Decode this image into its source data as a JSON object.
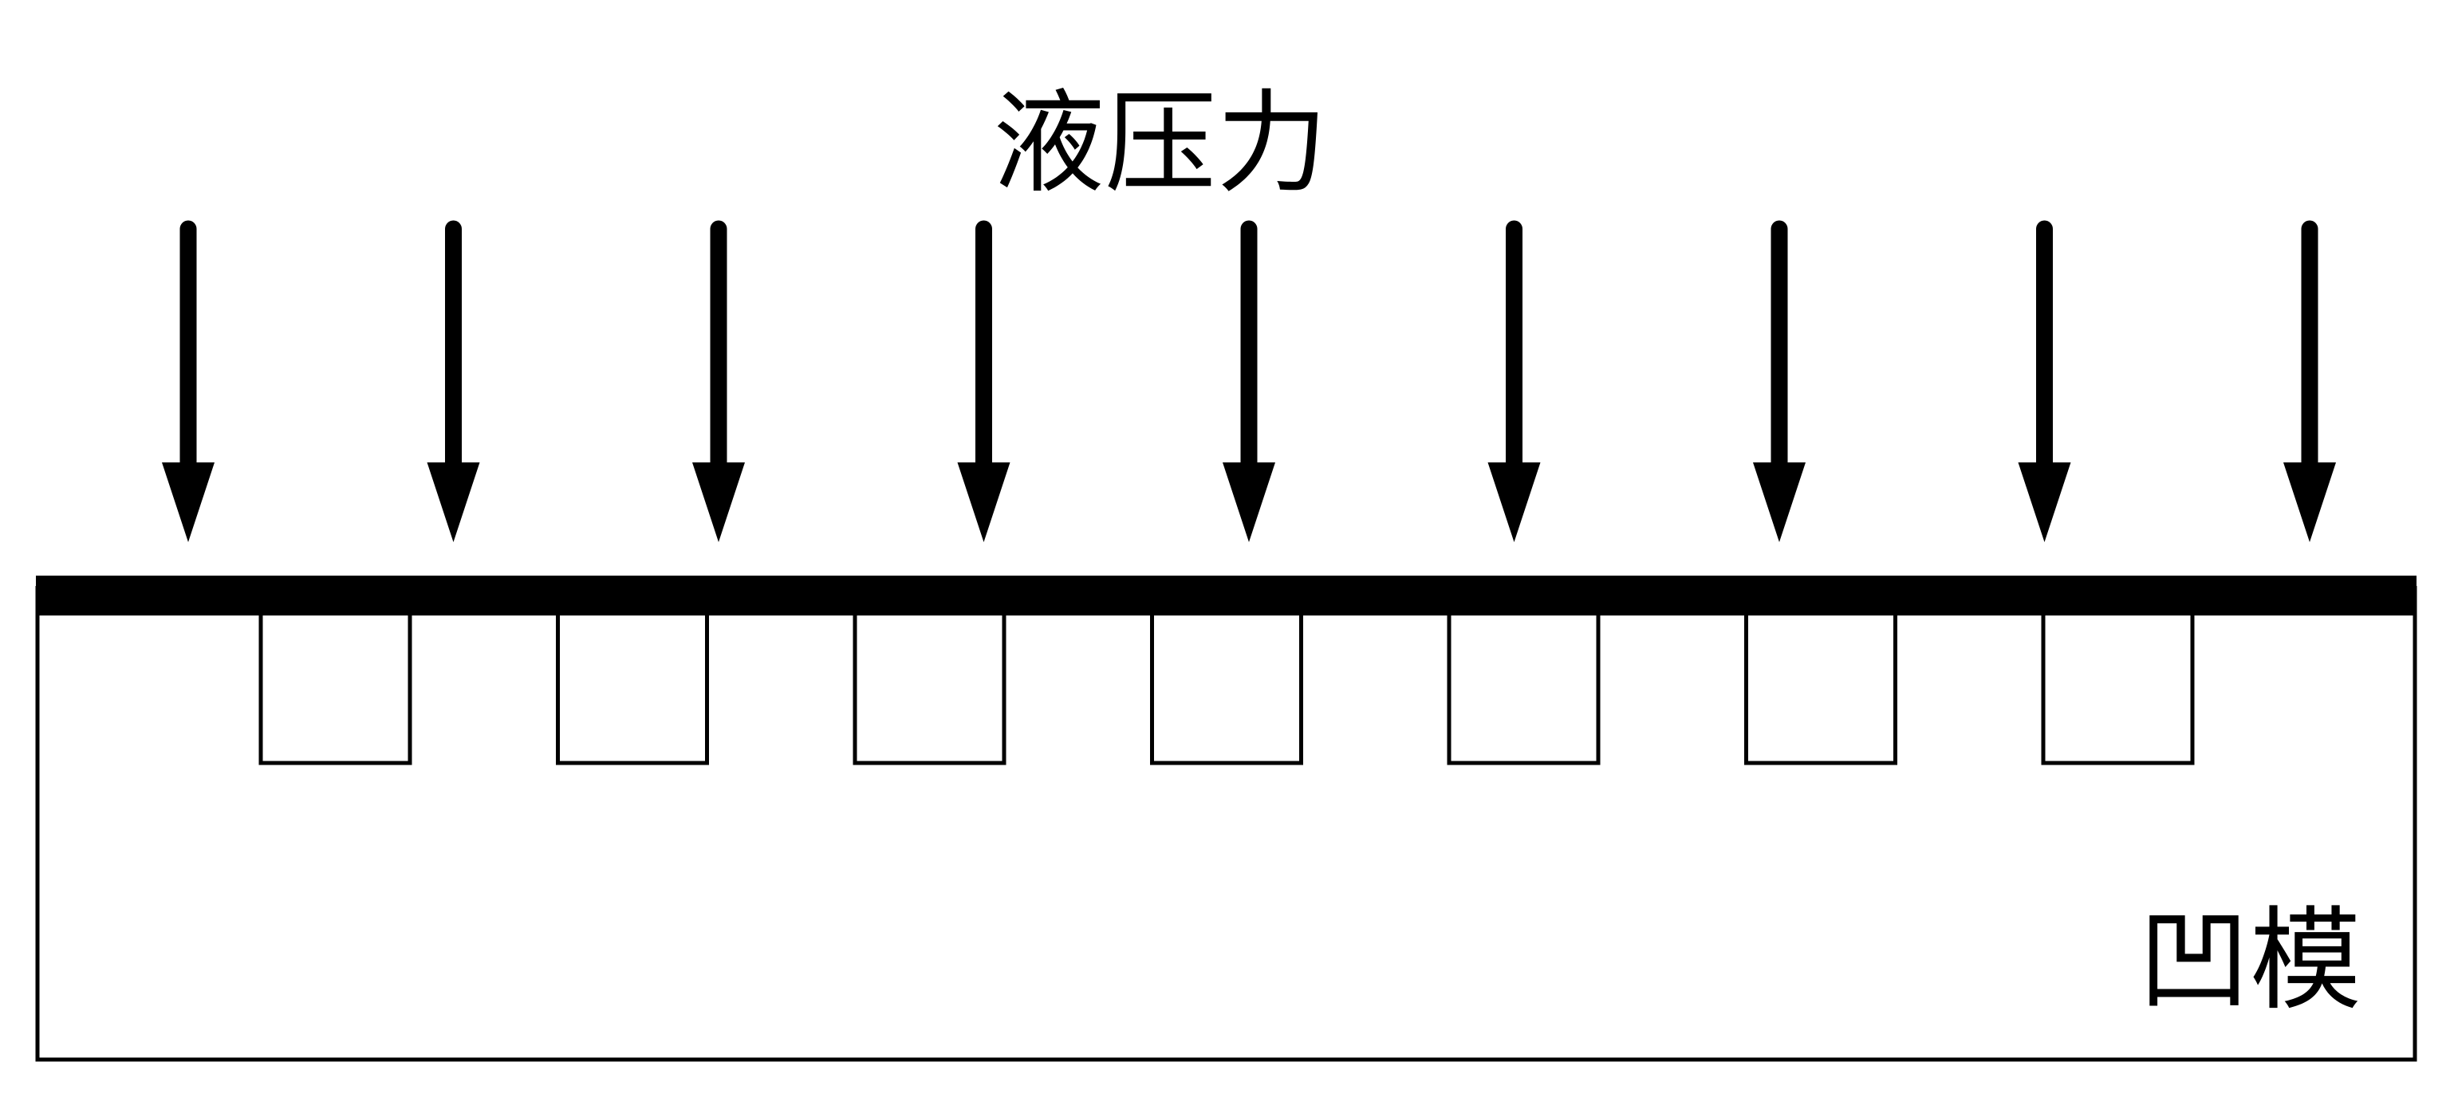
{
  "labels": {
    "pressure": "液压力",
    "die": "凹模"
  },
  "diagram": {
    "pressure_arrow_count": 9,
    "die_groove_count": 7
  },
  "colors": {
    "ink": "#000000",
    "background": "#ffffff"
  }
}
